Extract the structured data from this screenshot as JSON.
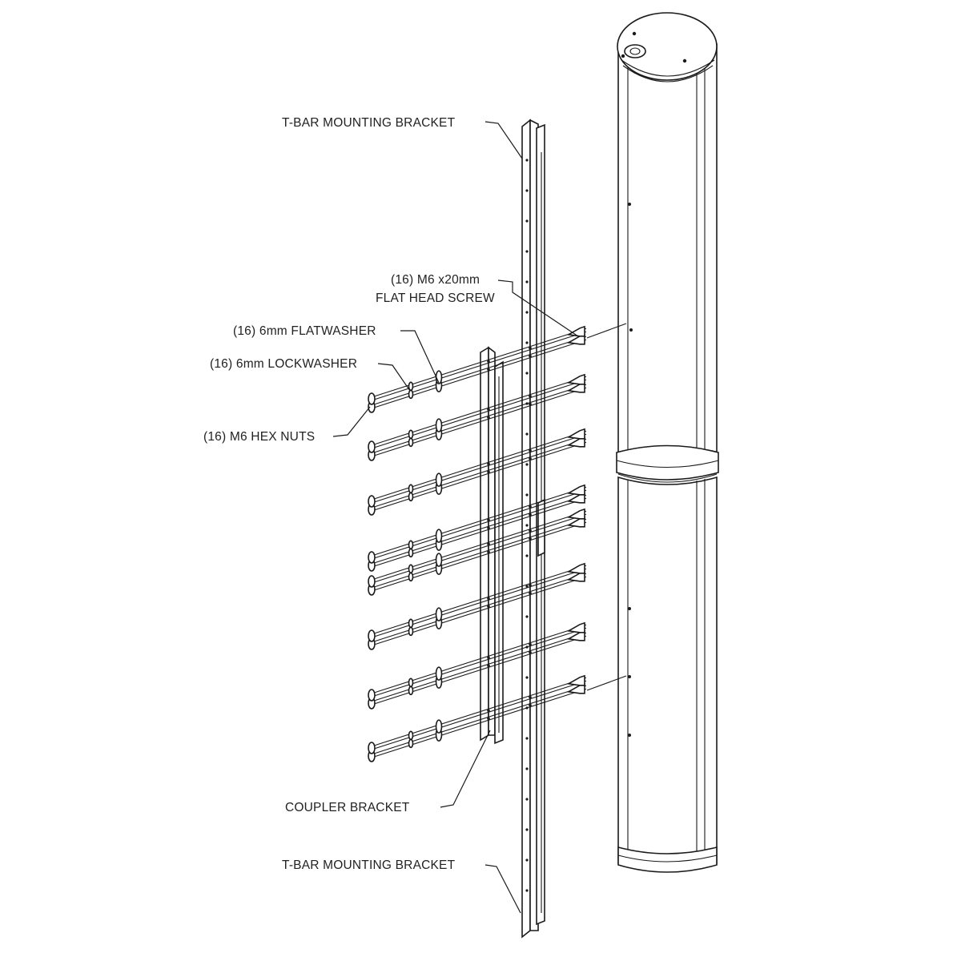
{
  "diagram": {
    "labels": [
      {
        "id": "tbar-top",
        "text": "T-BAR MOUNTING BRACKET"
      },
      {
        "id": "screw-line1",
        "text": "(16) M6  x20mm"
      },
      {
        "id": "screw-line2",
        "text": "FLAT HEAD SCREW"
      },
      {
        "id": "flatwasher",
        "text": "(16) 6mm FLATWASHER"
      },
      {
        "id": "lockwasher",
        "text": "(16) 6mm LOCKWASHER"
      },
      {
        "id": "hexnuts",
        "text": "(16) M6 HEX NUTS"
      },
      {
        "id": "coupler",
        "text": "COUPLER BRACKET"
      },
      {
        "id": "tbar-bottom",
        "text": "T-BAR MOUNTING BRACKET"
      }
    ],
    "fastener_rows": 8,
    "fasteners_per_row": 2,
    "colors": {
      "line": "#1a1a1a",
      "background": "#ffffff",
      "text": "#222222"
    }
  }
}
